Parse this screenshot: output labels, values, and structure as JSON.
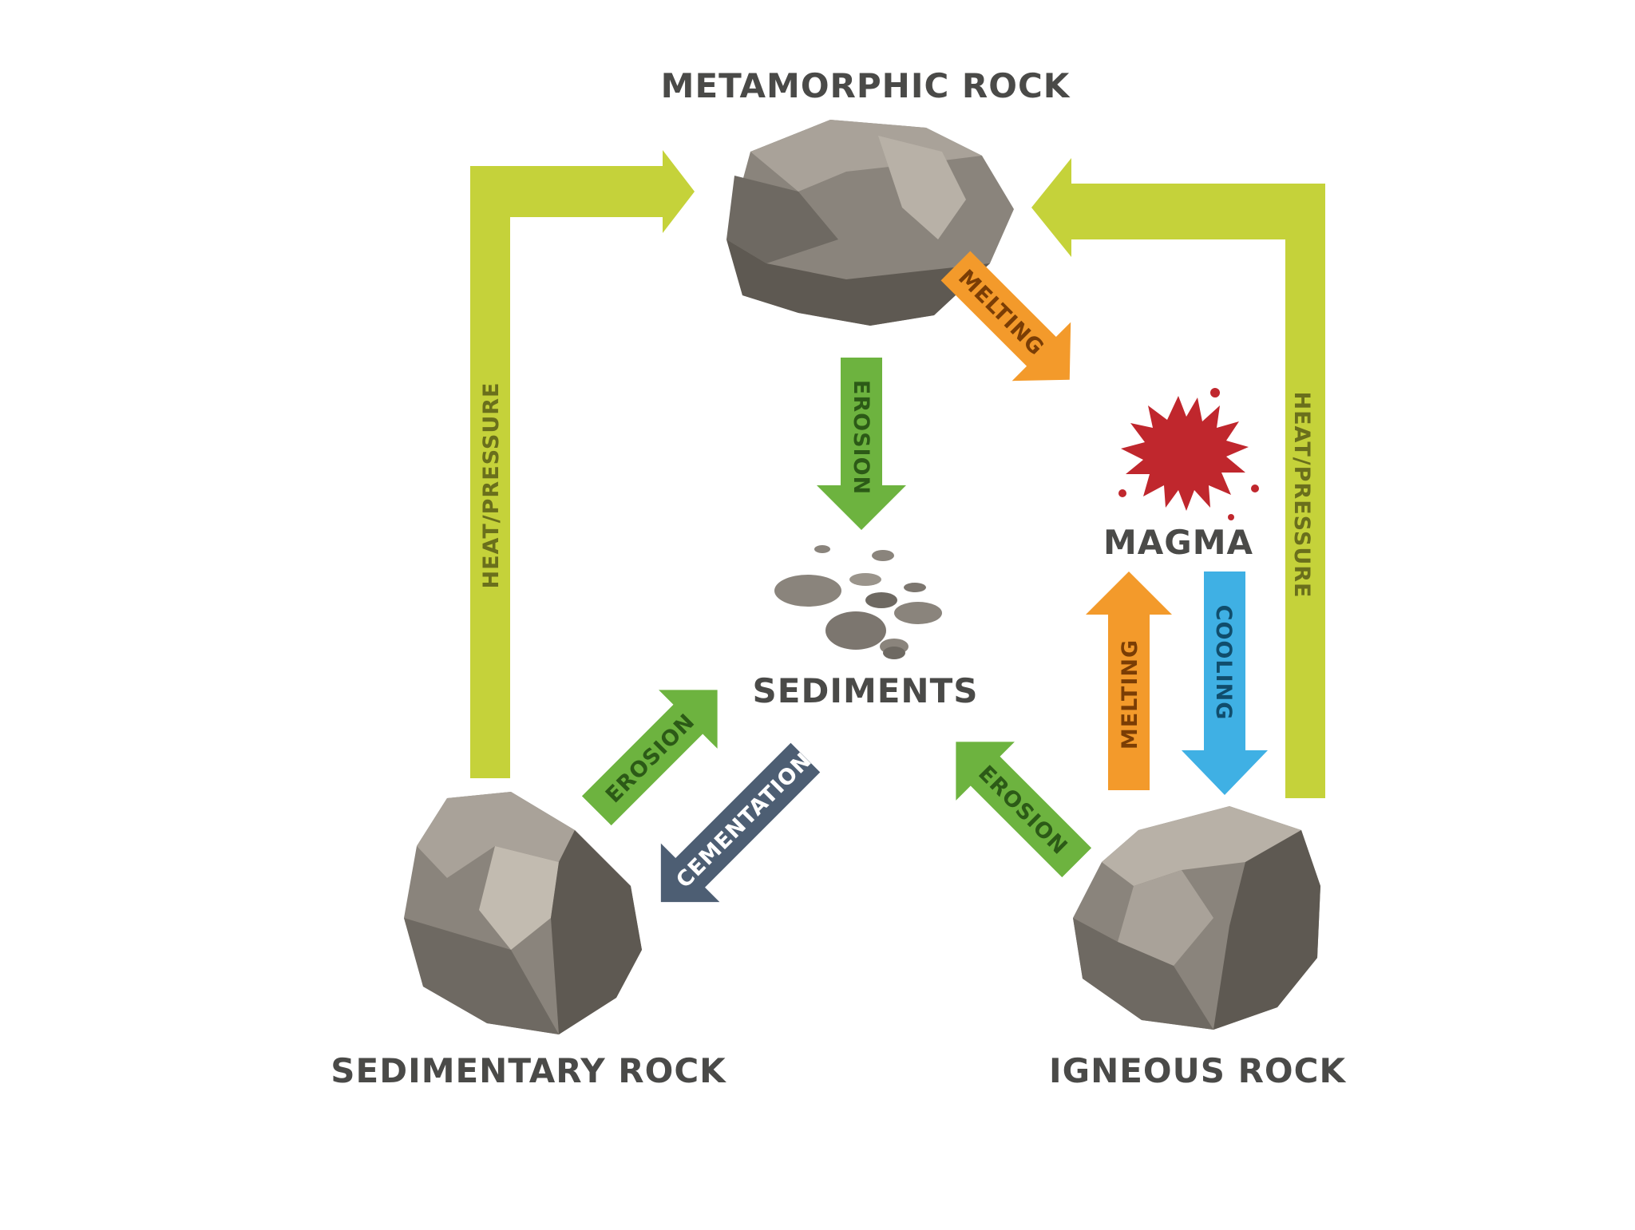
{
  "nodes": {
    "metamorphic": "METAMORPHIC ROCK",
    "sediments": "SEDIMENTS",
    "magma": "MAGMA",
    "sedimentary": "SEDIMENTARY ROCK",
    "igneous": "IGNEOUS ROCK"
  },
  "processes": {
    "heat_pressure_left": "HEAT/PRESSURE",
    "heat_pressure_right": "HEAT/PRESSURE",
    "erosion_metamorphic": "EROSION",
    "melting_metamorphic": "MELTING",
    "melting_igneous": "MELTING",
    "cooling": "COOLING",
    "erosion_sedimentary": "EROSION",
    "cementation": "CEMENTATION",
    "erosion_igneous": "EROSION"
  },
  "colors": {
    "heat_pressure": "#c5d23a",
    "erosion": "#6db33f",
    "melting": "#f39a2b",
    "cooling": "#3fb0e4",
    "cementation": "#4d5e73",
    "magma": "#c0272d",
    "rock": "#8a847c",
    "label": "#4a4a48"
  }
}
